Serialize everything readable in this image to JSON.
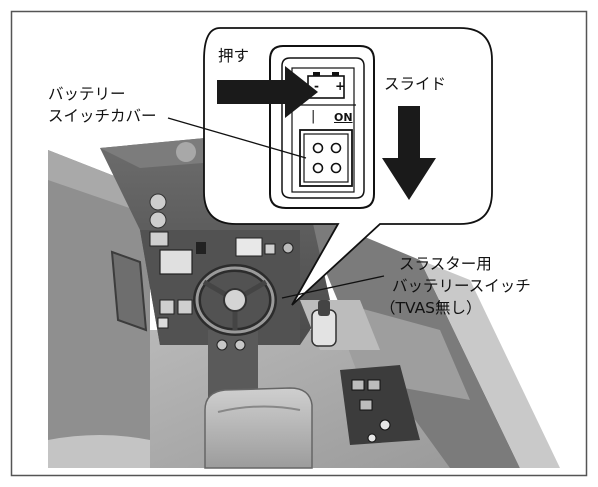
{
  "labels": {
    "push": "押す",
    "slide": "スライド",
    "cover_line1": "バッテリー",
    "cover_line2": "スイッチカバー",
    "thruster_line1": "スラスター用",
    "thruster_line2": "バッテリースイッチ",
    "thruster_line3": "（TVAS無し）"
  },
  "switch_panel": {
    "battery_symbol": "- +",
    "off_mark": "|",
    "on_label": "ON"
  },
  "icons": [
    "right-arrow-icon",
    "down-arrow-icon",
    "battery-icon"
  ],
  "colors": {
    "frame": "#555555",
    "text": "#111111",
    "arrow": "#1a1a1a",
    "background": "#ffffff"
  }
}
